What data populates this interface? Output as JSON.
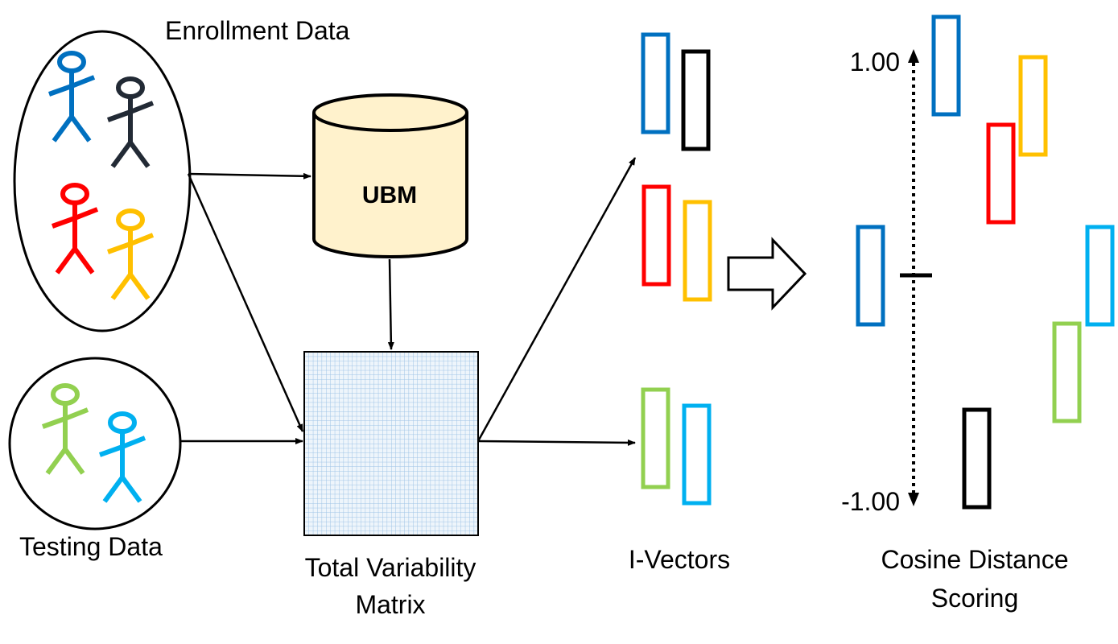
{
  "labels": {
    "enrollment": "Enrollment Data",
    "testing": "Testing Data",
    "ubm": "UBM",
    "tvm_line1": "Total Variability",
    "tvm_line2": "Matrix",
    "ivectors": "I-Vectors",
    "scoring_line1": "Cosine Distance",
    "scoring_line2": "Scoring",
    "axis_top": "1.00",
    "axis_bottom": "-1.00"
  },
  "enrollment_speakers": [
    {
      "name": "speaker-blue",
      "color": "#0070C0"
    },
    {
      "name": "speaker-dark",
      "color": "#222A35"
    },
    {
      "name": "speaker-red",
      "color": "#FF0000"
    },
    {
      "name": "speaker-yellow",
      "color": "#FFC000"
    }
  ],
  "testing_speakers": [
    {
      "name": "speaker-green",
      "color": "#92D050"
    },
    {
      "name": "speaker-lightblue",
      "color": "#00B0F0"
    }
  ],
  "ivectors": [
    {
      "name": "ivector-blue",
      "color": "#0070C0"
    },
    {
      "name": "ivector-black",
      "color": "#000000"
    },
    {
      "name": "ivector-red",
      "color": "#FF0000"
    },
    {
      "name": "ivector-yellow",
      "color": "#FFC000"
    },
    {
      "name": "ivector-green",
      "color": "#92D050"
    },
    {
      "name": "ivector-lightblue",
      "color": "#00B0F0"
    }
  ],
  "scores": [
    {
      "name": "score-blue-top",
      "color": "#0070C0"
    },
    {
      "name": "score-yellow",
      "color": "#FFC000"
    },
    {
      "name": "score-red",
      "color": "#FF0000"
    },
    {
      "name": "score-blue-mid",
      "color": "#0070C0"
    },
    {
      "name": "score-lightblue",
      "color": "#00B0F0"
    },
    {
      "name": "score-green",
      "color": "#92D050"
    },
    {
      "name": "score-black",
      "color": "#000000"
    }
  ],
  "colors": {
    "ubm_fill": "#FFF2CC",
    "grid_line": "#9DC3E6",
    "grid_bg": "#EEF5FB"
  }
}
